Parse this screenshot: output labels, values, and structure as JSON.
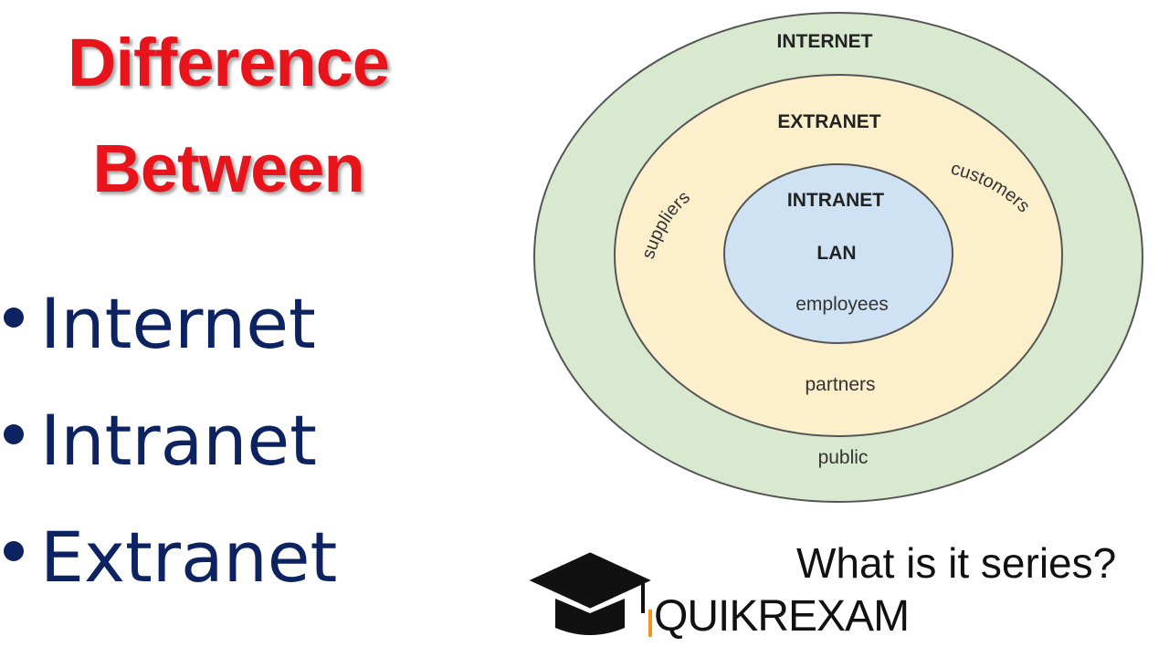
{
  "title": {
    "line1": "Difference",
    "line2": "Between"
  },
  "bullets": [
    "Internet",
    "Intranet",
    "Extranet"
  ],
  "diagram": {
    "outer": {
      "label": "INTERNET",
      "sublabel": "public",
      "color": "#d8e9cf"
    },
    "middle": {
      "label": "EXTRANET",
      "left_label": "suppliers",
      "right_label": "customers",
      "bottom_label": "partners",
      "color": "#fcefcc"
    },
    "inner": {
      "label": "INTRANET",
      "sublabel": "LAN",
      "people": "employees",
      "color": "#cfe2f3"
    }
  },
  "footer": {
    "series": "What is it series?"
  },
  "logo": {
    "part1": "QUIKR",
    "part2": "EXAM",
    "accent": "#f7941d",
    "icon": "graduation-cap-icon"
  },
  "colors": {
    "title": "#e8141c",
    "bullets": "#0d2260"
  }
}
